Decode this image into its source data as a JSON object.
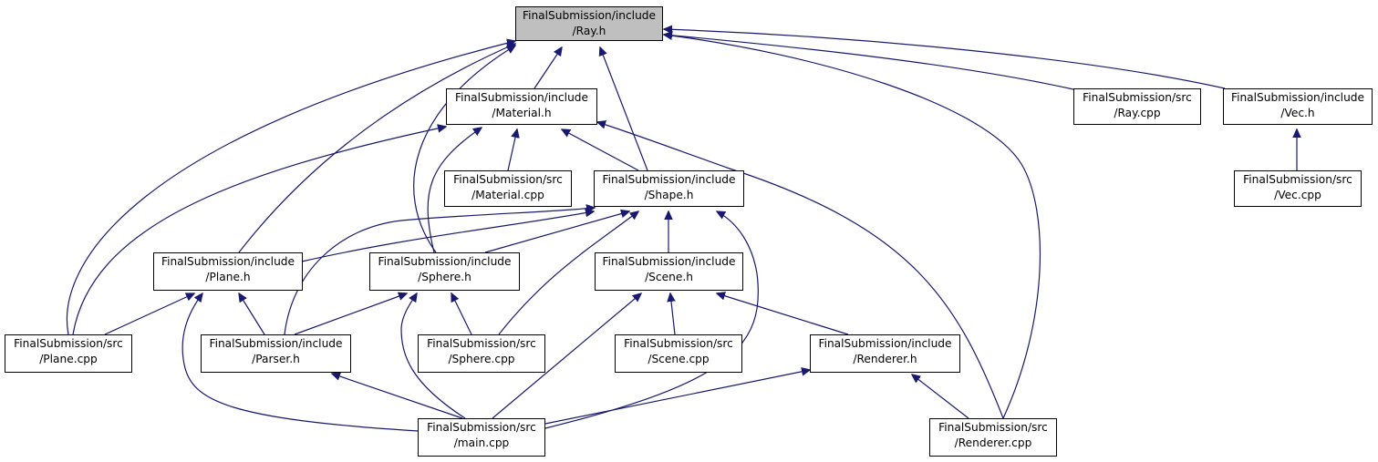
{
  "colors": {
    "edge": "#191970",
    "current_node_fill": "#bfbfbf",
    "node_fill": "#ffffff",
    "border": "#000000"
  },
  "nodes": {
    "ray_h": {
      "line1": "FinalSubmission/include",
      "line2": "/Ray.h"
    },
    "material_h": {
      "line1": "FinalSubmission/include",
      "line2": "/Material.h"
    },
    "ray_cpp": {
      "line1": "FinalSubmission/src",
      "line2": "/Ray.cpp"
    },
    "vec_h": {
      "line1": "FinalSubmission/include",
      "line2": "/Vec.h"
    },
    "material_cpp": {
      "line1": "FinalSubmission/src",
      "line2": "/Material.cpp"
    },
    "shape_h": {
      "line1": "FinalSubmission/include",
      "line2": "/Shape.h"
    },
    "vec_cpp": {
      "line1": "FinalSubmission/src",
      "line2": "/Vec.cpp"
    },
    "plane_h": {
      "line1": "FinalSubmission/include",
      "line2": "/Plane.h"
    },
    "sphere_h": {
      "line1": "FinalSubmission/include",
      "line2": "/Sphere.h"
    },
    "scene_h": {
      "line1": "FinalSubmission/include",
      "line2": "/Scene.h"
    },
    "plane_cpp": {
      "line1": "FinalSubmission/src",
      "line2": "/Plane.cpp"
    },
    "parser_h": {
      "line1": "FinalSubmission/include",
      "line2": "/Parser.h"
    },
    "sphere_cpp": {
      "line1": "FinalSubmission/src",
      "line2": "/Sphere.cpp"
    },
    "scene_cpp": {
      "line1": "FinalSubmission/src",
      "line2": "/Scene.cpp"
    },
    "renderer_h": {
      "line1": "FinalSubmission/include",
      "line2": "/Renderer.h"
    },
    "main_cpp": {
      "line1": "FinalSubmission/src",
      "line2": "/main.cpp"
    },
    "renderer_cpp": {
      "line1": "FinalSubmission/src",
      "line2": "/Renderer.cpp"
    }
  },
  "edges": [
    [
      "material_h",
      "ray_h"
    ],
    [
      "ray_cpp",
      "ray_h"
    ],
    [
      "vec_h",
      "ray_h"
    ],
    [
      "shape_h",
      "ray_h"
    ],
    [
      "plane_h",
      "ray_h"
    ],
    [
      "sphere_h",
      "ray_h"
    ],
    [
      "plane_cpp",
      "ray_h"
    ],
    [
      "renderer_cpp",
      "ray_h"
    ],
    [
      "material_cpp",
      "material_h"
    ],
    [
      "shape_h",
      "material_h"
    ],
    [
      "sphere_h",
      "material_h"
    ],
    [
      "plane_cpp",
      "material_h"
    ],
    [
      "renderer_cpp",
      "material_h"
    ],
    [
      "vec_cpp",
      "vec_h"
    ],
    [
      "plane_h",
      "shape_h"
    ],
    [
      "sphere_h",
      "shape_h"
    ],
    [
      "scene_h",
      "shape_h"
    ],
    [
      "parser_h",
      "shape_h"
    ],
    [
      "sphere_cpp",
      "shape_h"
    ],
    [
      "main_cpp",
      "shape_h"
    ],
    [
      "plane_cpp",
      "plane_h"
    ],
    [
      "parser_h",
      "plane_h"
    ],
    [
      "main_cpp",
      "plane_h"
    ],
    [
      "parser_h",
      "sphere_h"
    ],
    [
      "sphere_cpp",
      "sphere_h"
    ],
    [
      "main_cpp",
      "sphere_h"
    ],
    [
      "scene_cpp",
      "scene_h"
    ],
    [
      "renderer_h",
      "scene_h"
    ],
    [
      "main_cpp",
      "scene_h"
    ],
    [
      "main_cpp",
      "parser_h"
    ],
    [
      "main_cpp",
      "renderer_h"
    ],
    [
      "renderer_cpp",
      "renderer_h"
    ]
  ]
}
